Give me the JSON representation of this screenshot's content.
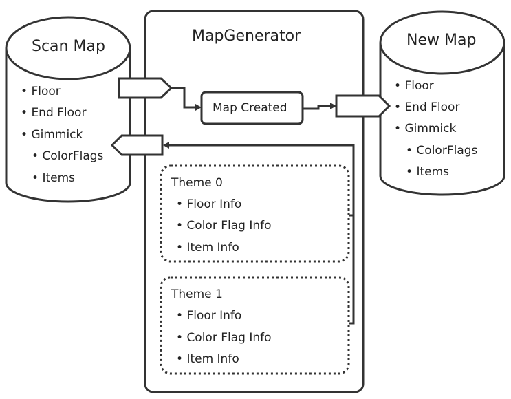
{
  "scan_map": {
    "title": "Scan Map",
    "items": [
      "Floor",
      "End Floor",
      "Gimmick"
    ],
    "subitems": [
      "ColorFlags",
      "Items"
    ]
  },
  "map_generator": {
    "title": "MapGenerator",
    "map_created": "Map Created",
    "themes": [
      {
        "title": "Theme 0",
        "items": [
          "Floor Info",
          "Color Flag Info",
          "Item Info"
        ]
      },
      {
        "title": "Theme 1",
        "items": [
          "Floor Info",
          "Color Flag Info",
          "Item Info"
        ]
      }
    ]
  },
  "new_map": {
    "title": "New Map",
    "items": [
      "Floor",
      "End Floor",
      "Gimmick"
    ],
    "subitems": [
      "ColorFlags",
      "Items"
    ]
  }
}
